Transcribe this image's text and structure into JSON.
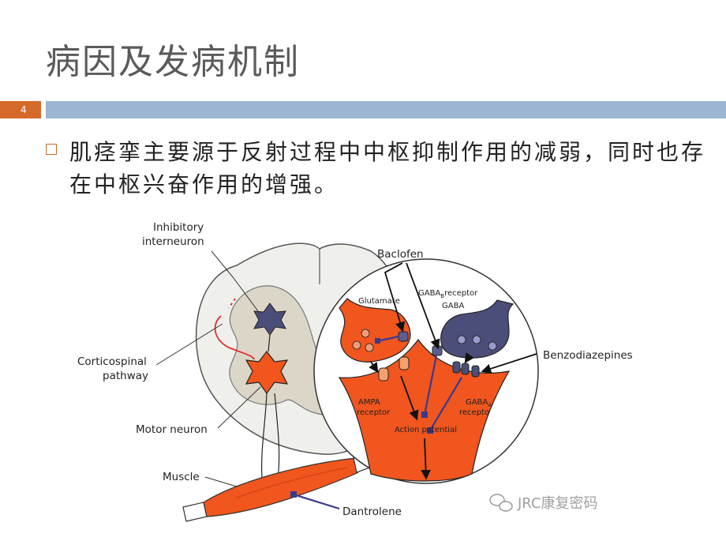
{
  "slide": {
    "title": "病因及发病机制",
    "page_number": "4",
    "bullet_text": "肌痉挛主要源于反射过程中中枢抑制作用的减弱，同时也存在中枢兴奋作用的增强。"
  },
  "diagram": {
    "labels": {
      "inhibitory": "Inhibitory",
      "interneuron": "interneuron",
      "corticospinal": "Corticospinal",
      "pathway": "pathway",
      "motor_neuron": "Motor neuron",
      "muscle": "Muscle",
      "dantrolene": "Dantrolene",
      "baclofen": "Baclofen",
      "glutamate": "Glutamate",
      "gabab_receptor_prefix": "GABA",
      "gabab_receptor_sub": "B",
      "gabab_receptor_suffix": "receptor",
      "gaba": "GABA",
      "benzodiazepines": "Benzodiazepines",
      "ampa": "AMPA",
      "ampa_receptor": "receptor",
      "gabaa_prefix": "GABA",
      "gabaa_sub": "A",
      "gabaa_receptor": "recepto",
      "action_potential": "Action potential"
    },
    "colors": {
      "neuron_orange": "#f0561e",
      "dark_neuron": "#4a4e78",
      "drug_blue": "#3a3a8c",
      "spinal_cord": "#eeeeea",
      "gray_matter": "#dcd6c8"
    }
  },
  "watermark": {
    "icon": "wechat-icon",
    "text": "JRC康复密码"
  }
}
